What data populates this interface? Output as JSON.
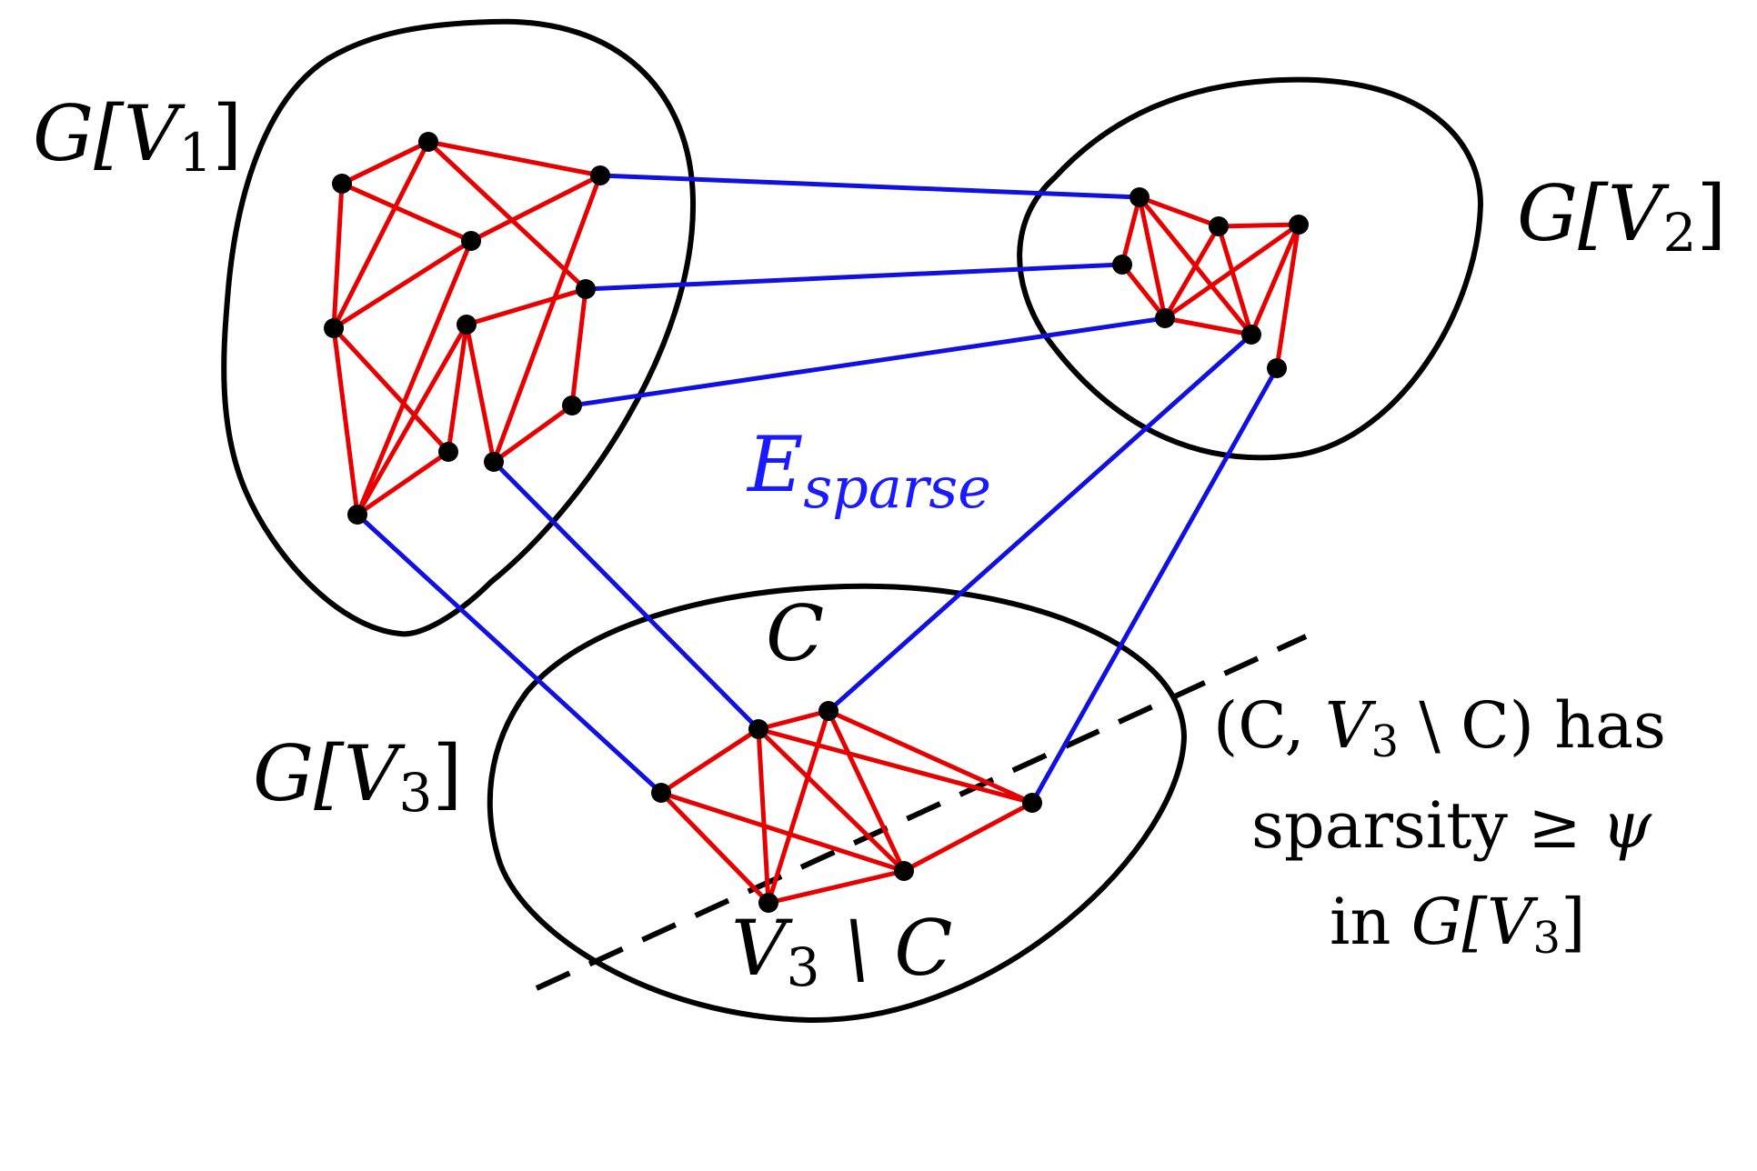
{
  "colors": {
    "intra_edge": "#e60000",
    "sparse_edge": "#1010e0",
    "region_outline": "#000000",
    "vertex": "#000000",
    "sparse_label": "#1a1aff"
  },
  "labels": {
    "gv1": {
      "base": "G[",
      "var": "V",
      "sub": "1",
      "close": "]"
    },
    "gv2": {
      "base": "G[",
      "var": "V",
      "sub": "2",
      "close": "]"
    },
    "gv3": {
      "base": "G[",
      "var": "V",
      "sub": "3",
      "close": "]"
    },
    "e_sparse": {
      "base": "E",
      "sub": "sparse"
    },
    "c": "C",
    "v3_minus_c": {
      "var": "V",
      "sub": "3",
      "rest": " \\ C"
    }
  },
  "note": {
    "line1": {
      "open": "(C, ",
      "var": "V",
      "sub": "3",
      "rest": " \\ C) has"
    },
    "line2": {
      "text": "sparsity ≥ ",
      "psi": "ψ"
    },
    "line3": {
      "text": "in ",
      "g": "G[",
      "var": "V",
      "sub": "3",
      "close": "]"
    }
  }
}
